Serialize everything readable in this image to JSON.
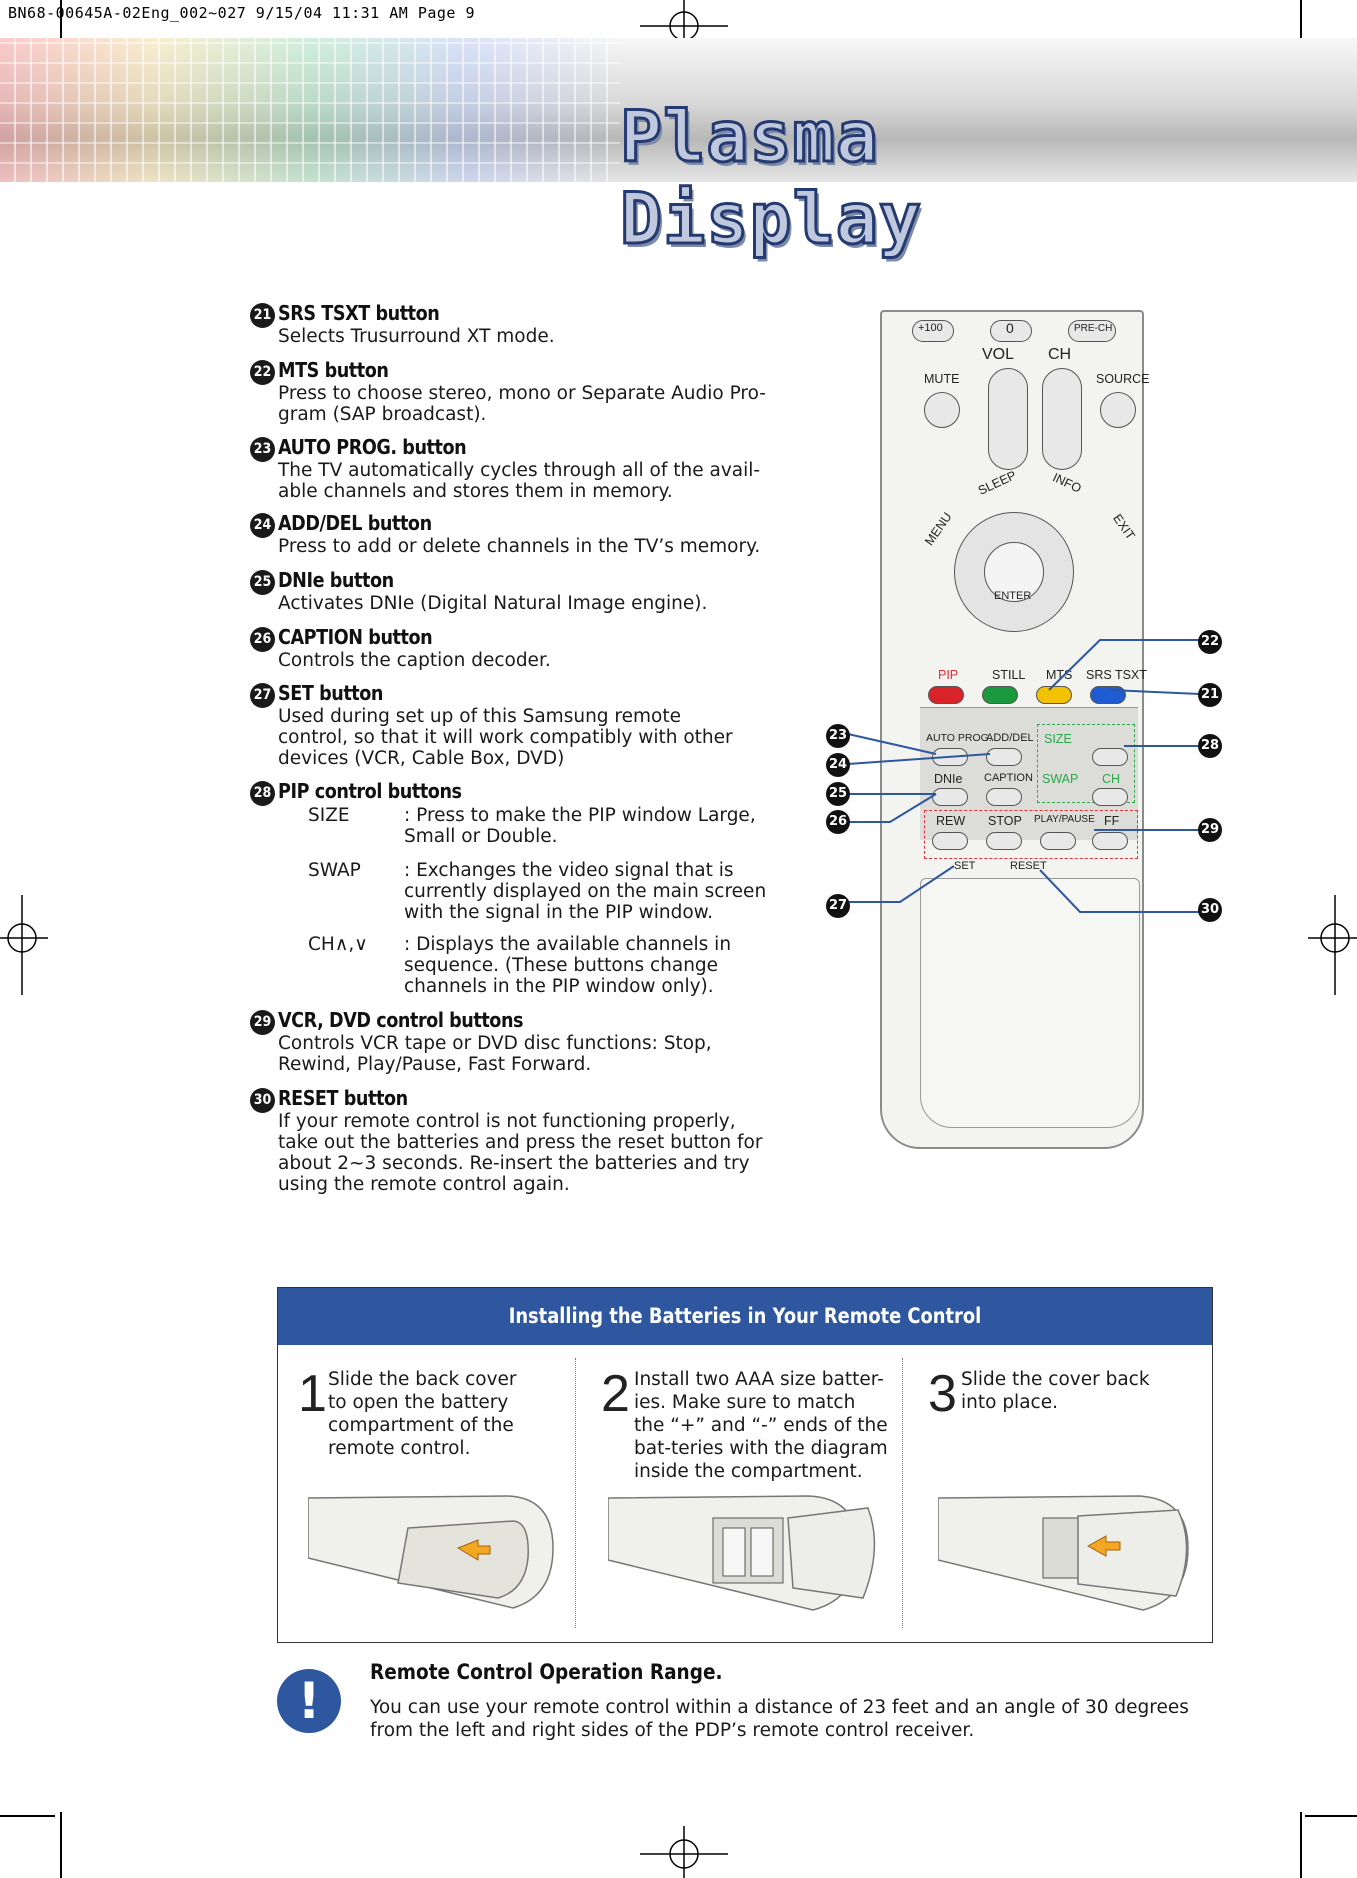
{
  "slug": "BN68-00645A-02Eng_002~027   9/15/04   11:31 AM   Page 9",
  "banner": {
    "title": "Plasma Display"
  },
  "items": [
    {
      "num": "21",
      "title": "SRS TSXT button",
      "desc": "Selects Trusurround XT mode."
    },
    {
      "num": "22",
      "title": "MTS button",
      "desc": "Press to choose stereo, mono or Separate Audio Pro-gram (SAP broadcast)."
    },
    {
      "num": "23",
      "title": "AUTO PROG. button",
      "desc": "The TV automatically cycles through all of the avail-able channels and stores them in memory."
    },
    {
      "num": "24",
      "title": "ADD/DEL button",
      "desc": "Press to add or delete channels in the TV’s memory."
    },
    {
      "num": "25",
      "title": "DNIe button",
      "desc": "Activates DNIe (Digital Natural Image engine)."
    },
    {
      "num": "26",
      "title": "CAPTION button",
      "desc": "Controls the caption decoder."
    },
    {
      "num": "27",
      "title": "SET button",
      "desc": "Used during set up of this Samsung remote control, so that it will work compatibly with other devices (VCR, Cable Box, DVD)"
    },
    {
      "num": "28",
      "title": "PIP control buttons",
      "desc": ""
    },
    {
      "num": "29",
      "title": "VCR, DVD control buttons",
      "desc": "Controls VCR tape or DVD disc functions: Stop, Rewind, Play/Pause, Fast Forward."
    },
    {
      "num": "30",
      "title": "RESET button",
      "desc": "If your remote control is not functioning properly, take out the batteries and press the reset button for about 2~3 seconds. Re-insert the batteries and try using the remote control again."
    }
  ],
  "pip": [
    {
      "key": "SIZE",
      "desc": ": Press to make the PIP window Large, Small or Double."
    },
    {
      "key": "SWAP",
      "desc": ": Exchanges the video signal that is currently displayed on the main screen with the signal in the PIP window."
    },
    {
      "key": "CH∧,∨",
      "desc": ": Displays the available channels in sequence. (These buttons change channels in the PIP window only)."
    }
  ],
  "remote": {
    "labels": {
      "plus100": "+100",
      "zero": "0",
      "prech": "PRE-CH",
      "vol": "VOL",
      "ch": "CH",
      "mute": "MUTE",
      "source": "SOURCE",
      "sleep": "SLEEP",
      "info": "INFO",
      "menu": "MENU",
      "exit": "EXIT",
      "enter": "ENTER",
      "pip": "PIP",
      "still": "STILL",
      "mts": "MTS",
      "srs": "SRS TSXT",
      "autoprog": "AUTO PROG.",
      "adddel": "ADD/DEL",
      "size": "SIZE",
      "dnie": "DNIe",
      "caption": "CAPTION",
      "swap": "SWAP",
      "ch2": "CH",
      "rew": "REW",
      "stop": "STOP",
      "playpause": "PLAY/PAUSE",
      "ff": "FF",
      "set": "SET",
      "reset": "RESET"
    },
    "callouts": [
      "22",
      "21",
      "28",
      "29",
      "30",
      "23",
      "24",
      "25",
      "26",
      "27"
    ],
    "colors": {
      "pip": "#d9232a",
      "still": "#1a9a3c",
      "mts": "#f2c100",
      "srs": "#1f5bd1",
      "green_label": "#2aa84a",
      "pip_label": "#e0303a"
    }
  },
  "batteries": {
    "heading": "Installing the Batteries in Your Remote Control",
    "steps": [
      {
        "num": "1",
        "text": "Slide the back cover to open the battery compartment of the remote control."
      },
      {
        "num": "2",
        "text": "Install two AAA size batter-ies. Make sure to match the “+” and “-” ends of the bat-teries with the diagram inside the compartment."
      },
      {
        "num": "3",
        "text": "Slide the cover back into place."
      }
    ]
  },
  "note": {
    "icon": "exclamation-icon",
    "title": "Remote Control Operation Range.",
    "text": "You can use your remote control within a distance of 23 feet and an angle of 30 degrees from the left and right sides of the PDP’s remote control receiver."
  }
}
